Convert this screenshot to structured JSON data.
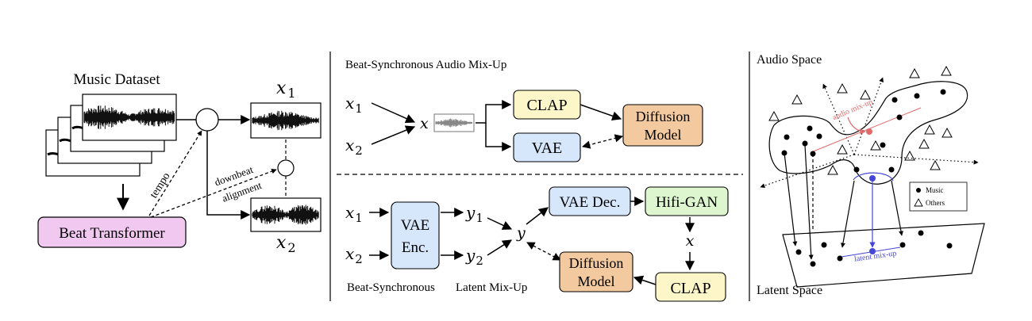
{
  "left_panel": {
    "dataset_title": "Music Dataset",
    "beat_transformer": "Beat Transformer",
    "tempo": "tempo",
    "downbeat": "downbeat",
    "alignment": "alignment",
    "x1": {
      "var": "x",
      "sub": "1"
    },
    "x2": {
      "var": "x",
      "sub": "2"
    }
  },
  "middle_panel": {
    "audio_title": "Beat-Synchronous Audio Mix-Up",
    "audio_x1": {
      "var": "x",
      "sub": "1"
    },
    "audio_x2": {
      "var": "x",
      "sub": "2"
    },
    "audio_x": "x",
    "clap": "CLAP",
    "vae": "VAE",
    "diffusion_line1": "Diffusion",
    "diffusion_line2": "Model",
    "latent_x1": {
      "var": "x",
      "sub": "1"
    },
    "latent_x2": {
      "var": "x",
      "sub": "2"
    },
    "vae_enc_line1": "VAE",
    "vae_enc_line2": "Enc.",
    "y1": {
      "var": "y",
      "sub": "1"
    },
    "y2": {
      "var": "y",
      "sub": "2"
    },
    "y": "y",
    "vae_dec": "VAE Dec.",
    "hifigan": "Hifi-GAN",
    "latent_x": "x",
    "clap2": "CLAP",
    "diffusion2_line1": "Diffusion",
    "diffusion2_line2": "Model",
    "latent_caption_a": "Beat-Synchronous",
    "latent_caption_b": "Latent Mix-Up"
  },
  "right_panel": {
    "audio_space": "Audio Space",
    "latent_space": "Latent Space",
    "audio_mixup": "audio mix-up",
    "latent_mixup": "latent mix-up",
    "legend_music": "Music",
    "legend_others": "Others"
  },
  "colors": {
    "beat_transformer_fill": "#f0c8f0",
    "clap_fill": "#fdf6c8",
    "vae_fill": "#d6e6fb",
    "diffusion_fill": "#f3c9a0",
    "hifigan_fill": "#ddf6cf",
    "audio_mixup": "#e06a6a",
    "latent_mixup": "#4646d6"
  }
}
